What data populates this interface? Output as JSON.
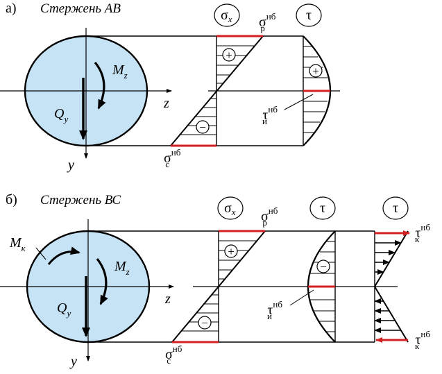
{
  "colors": {
    "section_fill": "#c6e3f5",
    "line": "#000000",
    "accent": "#d42020"
  },
  "part_a": {
    "letter": "а)",
    "title": "Стержень АВ",
    "moment": {
      "main": "M",
      "sub": "z"
    },
    "shear": {
      "main": "Q",
      "sub": "y"
    },
    "axis_z": "z",
    "axis_y": "y",
    "sigma_badge": {
      "main": "σ",
      "sub": "x"
    },
    "tau_badge": "τ",
    "plus": "+",
    "minus": "−",
    "sigma_top": {
      "main": "σ",
      "sup": "нб",
      "sub": "р"
    },
    "sigma_bottom": {
      "main": "σ",
      "sup": "нб",
      "sub": "с"
    },
    "tau_mid": {
      "main": "τ",
      "sup": "нб",
      "sub": "и"
    }
  },
  "part_b": {
    "letter": "б)",
    "title": "Стержень ВС",
    "torque": {
      "main": "M",
      "sub": "к"
    },
    "moment": {
      "main": "M",
      "sub": "z"
    },
    "shear": {
      "main": "Q",
      "sub": "y"
    },
    "axis_z": "z",
    "axis_y": "y",
    "sigma_badge": {
      "main": "σ",
      "sub": "x"
    },
    "tau_badge_1": "τ",
    "tau_badge_2": "τ",
    "plus": "+",
    "minus": "−",
    "sigma_top": {
      "main": "σ",
      "sup": "нб",
      "sub": "р"
    },
    "sigma_bottom": {
      "main": "σ",
      "sup": "нб",
      "sub": "с"
    },
    "tau_mid": {
      "main": "τ",
      "sup": "нб",
      "sub": "и"
    },
    "tau_k_top": {
      "main": "τ",
      "sup": "нб",
      "sub": "к"
    },
    "tau_k_bottom": {
      "main": "τ",
      "sup": "нб",
      "sub": "к"
    }
  }
}
